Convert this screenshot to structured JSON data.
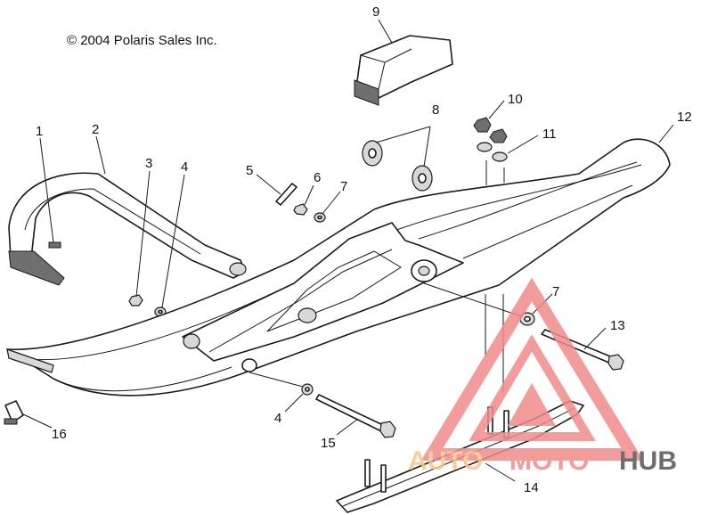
{
  "copyright": "© 2004 Polaris Sales Inc.",
  "watermark": {
    "part1": "AUTO",
    "part2": "MOTO",
    "part3": "HUB",
    "color_red": "#f28b8b",
    "color_orange": "#f5c78e",
    "color_dark": "#555555"
  },
  "callouts": [
    {
      "id": "1",
      "label": "1"
    },
    {
      "id": "2",
      "label": "2"
    },
    {
      "id": "3",
      "label": "3"
    },
    {
      "id": "4a",
      "label": "4"
    },
    {
      "id": "4b",
      "label": "4"
    },
    {
      "id": "5",
      "label": "5"
    },
    {
      "id": "6",
      "label": "6"
    },
    {
      "id": "7a",
      "label": "7"
    },
    {
      "id": "7b",
      "label": "7"
    },
    {
      "id": "8",
      "label": "8"
    },
    {
      "id": "9",
      "label": "9"
    },
    {
      "id": "10",
      "label": "10"
    },
    {
      "id": "11",
      "label": "11"
    },
    {
      "id": "12",
      "label": "12"
    },
    {
      "id": "13",
      "label": "13"
    },
    {
      "id": "14",
      "label": "14"
    },
    {
      "id": "15",
      "label": "15"
    },
    {
      "id": "16",
      "label": "16"
    }
  ]
}
